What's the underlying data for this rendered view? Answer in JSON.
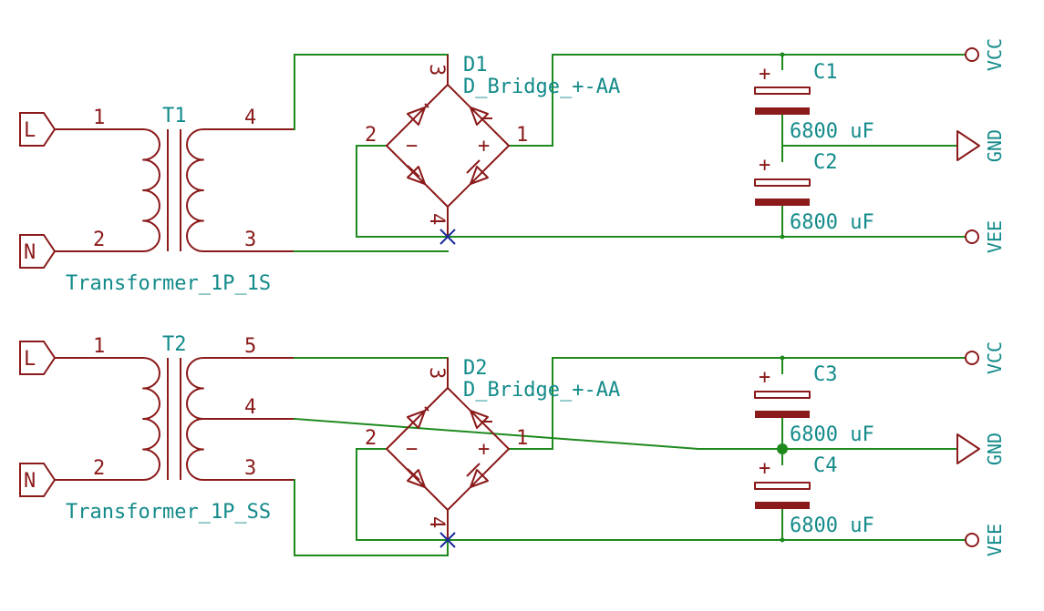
{
  "units": {
    "unit1": {
      "transformer": {
        "ref": "T1",
        "value": "Transformer_1P_1S",
        "pins": [
          "1",
          "2",
          "4",
          "3"
        ]
      },
      "bridge": {
        "ref": "D1",
        "value": "D_Bridge_+-AA",
        "pins": [
          "3",
          "2",
          "1",
          "4"
        ],
        "minus": "−",
        "plus": "+"
      },
      "cap_top": {
        "ref": "C1",
        "value": "6800 uF",
        "plus": "+"
      },
      "cap_bot": {
        "ref": "C2",
        "value": "6800 uF",
        "plus": "+"
      },
      "ports": {
        "line": "L",
        "neutral": "N"
      },
      "nets": {
        "vcc": "VCC",
        "gnd": "GND",
        "vee": "VEE"
      }
    },
    "unit2": {
      "transformer": {
        "ref": "T2",
        "value": "Transformer_1P_SS",
        "pins": [
          "1",
          "2",
          "5",
          "4",
          "3"
        ]
      },
      "bridge": {
        "ref": "D2",
        "value": "D_Bridge_+-AA",
        "pins": [
          "3",
          "2",
          "1",
          "4"
        ],
        "minus": "−",
        "plus": "+"
      },
      "cap_top": {
        "ref": "C3",
        "value": "6800 uF",
        "plus": "+"
      },
      "cap_bot": {
        "ref": "C4",
        "value": "6800 uF",
        "plus": "+"
      },
      "ports": {
        "line": "L",
        "neutral": "N"
      },
      "nets": {
        "vcc": "VCC",
        "gnd": "GND",
        "vee": "VEE"
      }
    }
  },
  "colors": {
    "wire": "#1e8a1e",
    "symbol": "#8b1a1a",
    "text": "#138a8a",
    "no_connect": "#1a2a9a"
  }
}
